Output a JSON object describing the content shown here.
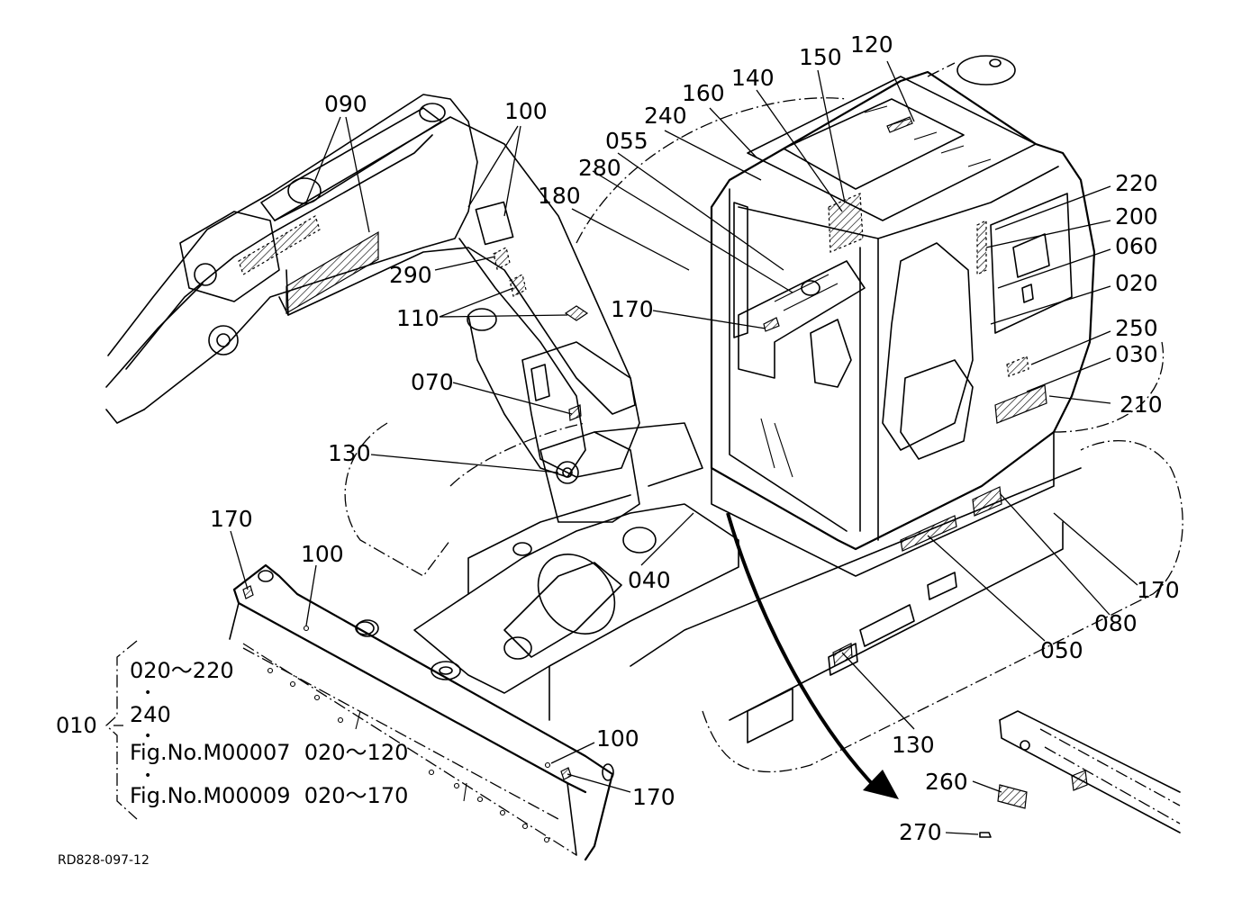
{
  "callouts": {
    "c090": "090",
    "c100_top": "100",
    "c150": "150",
    "c120": "120",
    "c140": "140",
    "c160": "160",
    "c240": "240",
    "c055": "055",
    "c280": "280",
    "c180": "180",
    "c220": "220",
    "c200": "200",
    "c060": "060",
    "c020": "020",
    "c250": "250",
    "c030": "030",
    "c210": "210",
    "c290": "290",
    "c110": "110",
    "c170_cab": "170",
    "c070": "070",
    "c130_boom": "130",
    "c170_blade_left": "170",
    "c100_blade_left": "100",
    "c040": "040",
    "c170_track": "170",
    "c080": "080",
    "c050": "050",
    "c130_track": "130",
    "c100_blade_right": "100",
    "c170_blade_right": "170",
    "c260": "260",
    "c270": "270"
  },
  "reference_note": {
    "id": "010",
    "line1": "020～220",
    "line2": "240",
    "line3": "Fig.No.M00007  020～120",
    "line4": "Fig.No.M00009  020～170",
    "bullet": "•"
  },
  "drawing_code": "RD828-097-12"
}
